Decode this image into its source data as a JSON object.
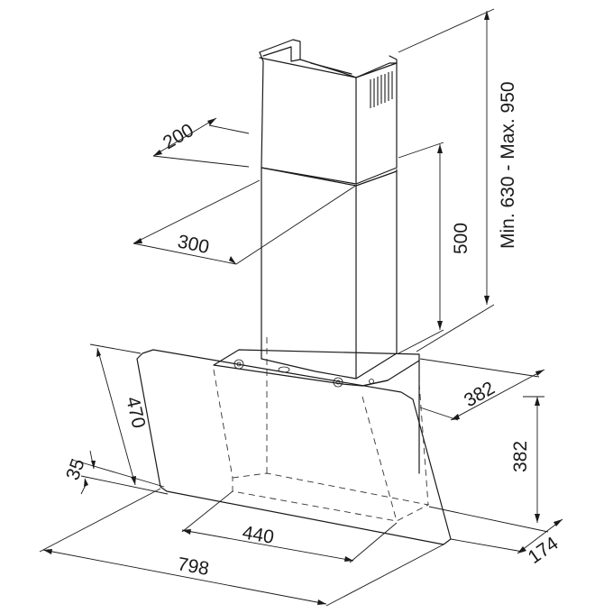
{
  "dimensions": {
    "chimney_depth": "200",
    "chimney_width": "300",
    "chimney_height": "500",
    "total_height_range": "Min. 630 - Max. 950",
    "body_depth": "382",
    "body_height": "382",
    "glass_height": "470",
    "glass_offset": "35",
    "inner_width": "440",
    "total_width": "798",
    "bottom_depth": "174"
  },
  "colors": {
    "line": "#1a1a1a",
    "background": "#ffffff"
  }
}
